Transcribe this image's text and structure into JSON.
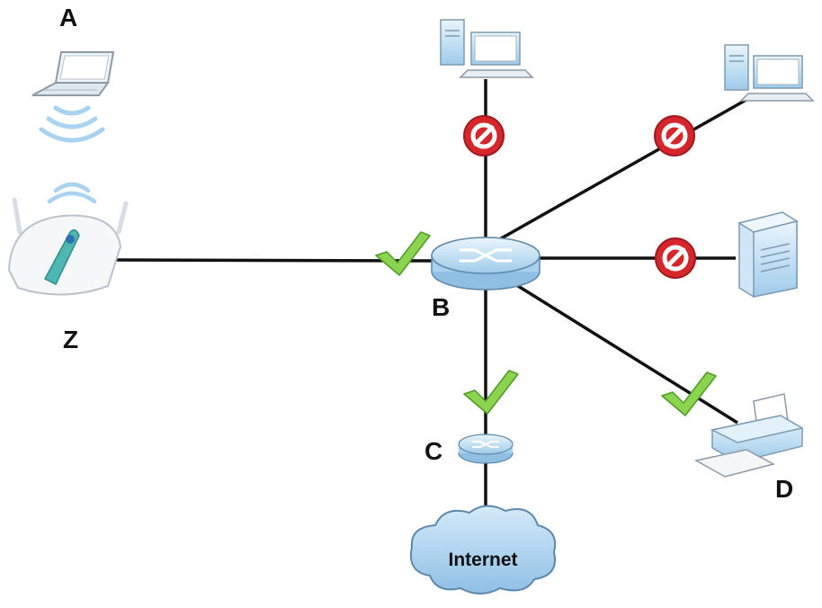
{
  "labels": {
    "a": "A",
    "b": "B",
    "c": "C",
    "d": "D",
    "z": "Z",
    "internet": "Internet"
  },
  "connections": [
    {
      "from": "Z",
      "to": "B",
      "status": "allowed"
    },
    {
      "from": "B",
      "to": "desktop-top",
      "status": "blocked"
    },
    {
      "from": "B",
      "to": "desktop-right",
      "status": "blocked"
    },
    {
      "from": "B",
      "to": "server",
      "status": "blocked"
    },
    {
      "from": "B",
      "to": "D",
      "status": "allowed"
    },
    {
      "from": "B",
      "to": "C",
      "status": "allowed"
    },
    {
      "from": "C",
      "to": "Internet",
      "status": "connected"
    }
  ],
  "icons": {
    "allowed": "check-mark-icon",
    "blocked": "no-entry-icon"
  },
  "colors": {
    "link": "#111111",
    "allowed": "#7ac943",
    "blocked": "#d7262b",
    "device_blue": "#a9d3f0",
    "cloud": "#a9cfec"
  }
}
